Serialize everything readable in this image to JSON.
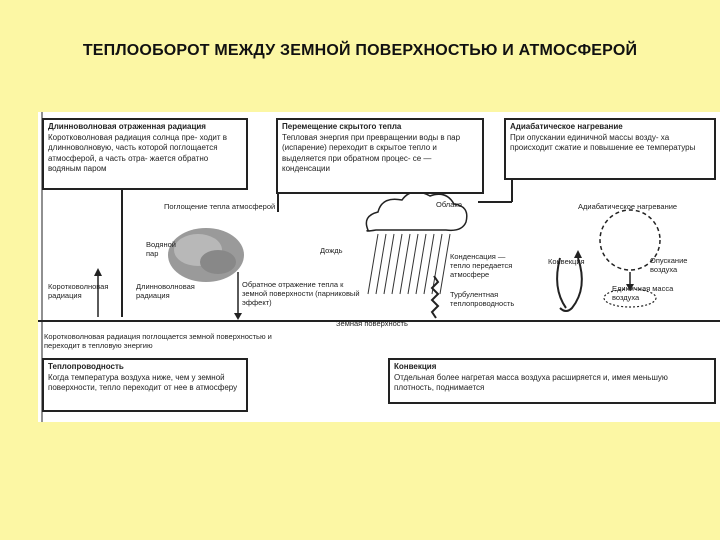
{
  "title": "ТЕПЛООБОРОТ МЕЖДУ ЗЕМНОЙ ПОВЕРХНОСТЬЮ И АТМОСФЕРОЙ",
  "boxes": {
    "longwave": {
      "heading": "Длинноволновая отраженная радиация",
      "text": "Коротковолновая радиация солнца пре- ходит в длинноволновую, часть которой поглощается атмосферой, а часть отра- жается обратно водяным паром"
    },
    "latent": {
      "heading": "Перемещение скрытого тепла",
      "text": "Тепловая энергия при превращении воды в пар (испарение) переходит в скрытое тепло и выделяется при обратном процес- се — конденсации"
    },
    "adiabatic": {
      "heading": "Адиабатическое нагревание",
      "text": "При опускании единичной массы возду- ха происходит сжатие и повышение ее температуры"
    },
    "conduction": {
      "heading": "Теплопроводность",
      "text": "Когда температура воздуха ниже, чем у земной поверхности, тепло переходит от нее в атмосферу"
    },
    "convection": {
      "heading": "Конвекция",
      "text": "Отдельная более нагретая масса воздуха расширяется и, имея меньшую плотность, поднимается"
    }
  },
  "labels": {
    "absorbed": "Поглощение тепла атмосферой",
    "cloud": "Облако",
    "vapor": "Водяной пар",
    "rain": "Дождь",
    "condensation": "Конденсация — тепло передается атмосфере",
    "turbulent": "Турбулентная теплопроводность",
    "adiabatic_small": "Адиабатическое нагревание",
    "convection_small": "Конвекция",
    "sinking": "Опускание воздуха",
    "unit_mass": "Единичная масса воздуха",
    "shortwave": "Коротковолновая радиация",
    "longwave_small": "Длинноволновая радиация",
    "greenhouse": "Обратное отражение тепла к земной поверхности (парниковый эффект)",
    "surface": "Земная поверхность",
    "absorbed_surface": "Коротковолновая радиация поглощается земной поверхностью и переходит в тепловую энергию"
  }
}
